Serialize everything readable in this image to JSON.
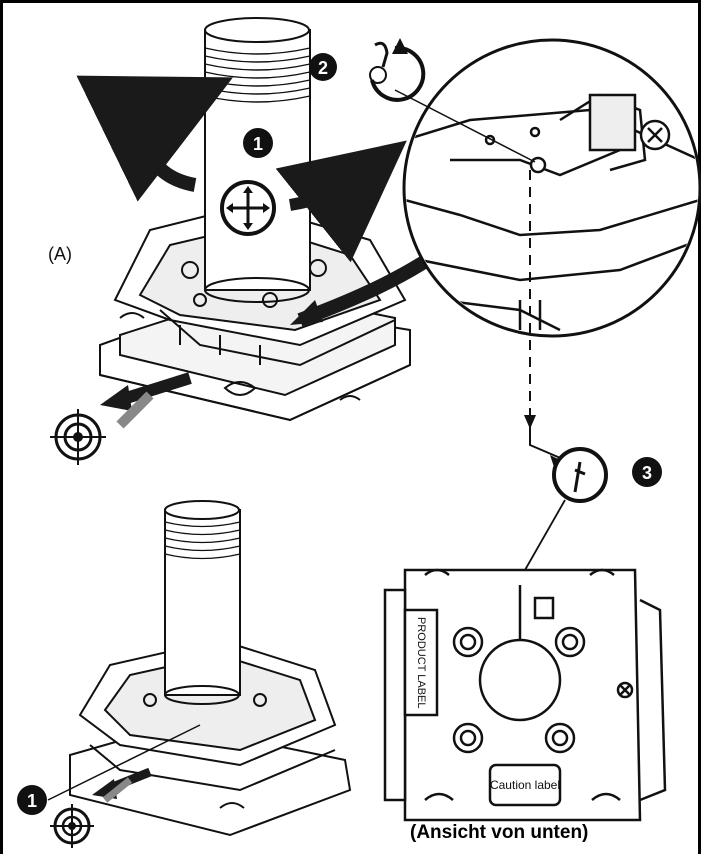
{
  "figure": {
    "label_a": "(A)",
    "caption": "(Ansicht von unten)",
    "plate_labels": {
      "product": "PRODUCT LABEL",
      "caution": "Caution label"
    },
    "steps": [
      "1",
      "2",
      "3",
      "1"
    ]
  },
  "colors": {
    "ink": "#111111",
    "arrow": "#1a1a1a",
    "background": "#ffffff"
  },
  "icons": [
    "move-icon",
    "rotate-icon",
    "screw-icon",
    "target-icon",
    "arrow-icon"
  ]
}
